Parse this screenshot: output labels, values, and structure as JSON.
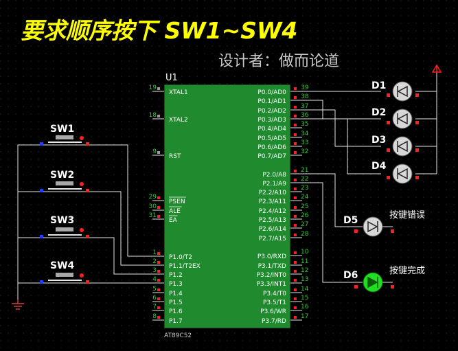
{
  "title": "要求顺序按下 SW1~SW4",
  "designer": "设计者：做而论道",
  "chip": {
    "ref": "U1",
    "part": "AT89C52",
    "left_pins": [
      {
        "num": "19",
        "name": "XTAL1"
      },
      {
        "num": "18",
        "name": "XTAL2"
      },
      {
        "num": "9",
        "name": "RST"
      },
      {
        "num": "29",
        "name": "PSEN"
      },
      {
        "num": "30",
        "name": "ALE"
      },
      {
        "num": "31",
        "name": "EA"
      },
      {
        "num": "1",
        "name": "P1.0/T2"
      },
      {
        "num": "2",
        "name": "P1.1/T2EX"
      },
      {
        "num": "3",
        "name": "P1.2"
      },
      {
        "num": "4",
        "name": "P1.3"
      },
      {
        "num": "5",
        "name": "P1.4"
      },
      {
        "num": "6",
        "name": "P1.5"
      },
      {
        "num": "7",
        "name": "P1.6"
      },
      {
        "num": "8",
        "name": "P1.7"
      }
    ],
    "right_pins": [
      {
        "num": "39",
        "name": "P0.0/AD0"
      },
      {
        "num": "38",
        "name": "P0.1/AD1"
      },
      {
        "num": "37",
        "name": "P0.2/AD2"
      },
      {
        "num": "36",
        "name": "P0.3/AD3"
      },
      {
        "num": "35",
        "name": "P0.4/AD4"
      },
      {
        "num": "34",
        "name": "P0.5/AD5"
      },
      {
        "num": "33",
        "name": "P0.6/AD6"
      },
      {
        "num": "32",
        "name": "P0.7/AD7"
      },
      {
        "num": "21",
        "name": "P2.0/A8"
      },
      {
        "num": "22",
        "name": "P2.1/A9"
      },
      {
        "num": "23",
        "name": "P2.2/A10"
      },
      {
        "num": "24",
        "name": "P2.3/A11"
      },
      {
        "num": "25",
        "name": "P2.4/A12"
      },
      {
        "num": "26",
        "name": "P2.5/A13"
      },
      {
        "num": "27",
        "name": "P2.6/A14"
      },
      {
        "num": "28",
        "name": "P2.7/A15"
      },
      {
        "num": "10",
        "name": "P3.0/RXD"
      },
      {
        "num": "11",
        "name": "P3.1/TXD"
      },
      {
        "num": "12",
        "name": "P3.2/INT0"
      },
      {
        "num": "13",
        "name": "P3.3/INT1"
      },
      {
        "num": "14",
        "name": "P3.4/T0"
      },
      {
        "num": "15",
        "name": "P3.5/T1"
      },
      {
        "num": "16",
        "name": "P3.6/WR"
      },
      {
        "num": "17",
        "name": "P3.7/RD"
      }
    ]
  },
  "switches": [
    "SW1",
    "SW2",
    "SW3",
    "SW4"
  ],
  "leds": [
    "D1",
    "D2",
    "D3",
    "D4"
  ],
  "d5": {
    "label": "D5",
    "text": "按键错误"
  },
  "d6": {
    "label": "D6",
    "text": "按键完成"
  },
  "colors": {
    "chip_fill": "#1f8a2e",
    "wire": "#e8e8e8",
    "title": "#ffff00",
    "pin_number": "#33cc33",
    "label": "#ffffff",
    "led_on": "#22dd22",
    "power": "#ff2020"
  }
}
